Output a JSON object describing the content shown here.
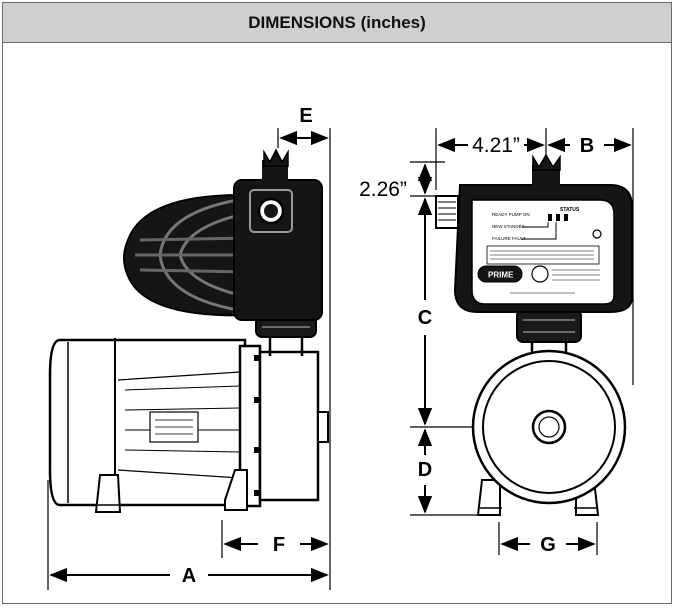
{
  "header": {
    "title": "DIMENSIONS (inches)"
  },
  "dimensions": {
    "A": "A",
    "B": "B",
    "C": "C",
    "D": "D",
    "E": "E",
    "F": "F",
    "G": "G",
    "width_value": "4.21”",
    "height_value": "2.26”"
  },
  "panel": {
    "prime_label": "PRIME",
    "status_label": "STATUS",
    "indicator_1": "READY PUMP ON",
    "indicator_2": "NEW STANDBY",
    "indicator_3": "FAILURE FAULT"
  }
}
